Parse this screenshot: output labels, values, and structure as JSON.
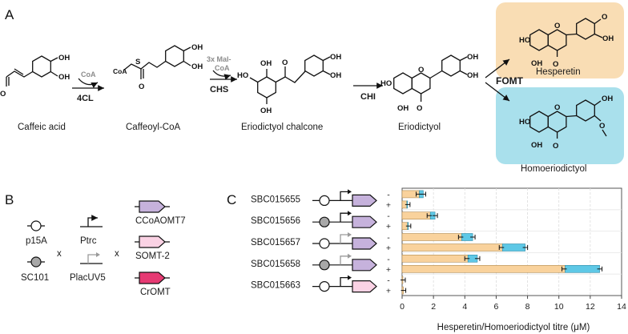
{
  "panels": {
    "a": "A",
    "b": "B",
    "c": "C"
  },
  "pathway": {
    "compounds": [
      "Caffeic acid",
      "Caffeoyl-CoA",
      "Eriodictyol chalcone",
      "Eriodictyol",
      "Hesperetin",
      "Homoeriodictyol"
    ],
    "enzymes": [
      "4CL",
      "CHS",
      "CHI",
      "FOMT"
    ],
    "cosubstrates": [
      "CoA",
      "3x Mal-",
      "CoA"
    ],
    "coa_group": "CoA",
    "colors": {
      "hesperetin_box": "#f9ddb4",
      "homoeriodictyol_box": "#a9e0ec",
      "fomt": "#9b4fc4"
    }
  },
  "parts": {
    "origins": [
      "p15A",
      "SC101"
    ],
    "promoters": [
      "Ptrc",
      "PlacUV5"
    ],
    "genes": [
      "CCoAOMT7",
      "SOMT-2",
      "CrOMT"
    ],
    "times": [
      "x",
      "x"
    ],
    "colors": {
      "CCoAOMT7": "#c6b2dc",
      "SOMT-2": "#fad2e4",
      "CrOMT": "#e63a73",
      "SC101": "#a8a8a8"
    }
  },
  "chart_data": {
    "type": "bar",
    "orientation": "horizontal",
    "xlabel": "Hesperetin/Homoeriodictyol titre (μM)",
    "xlim": [
      0,
      14
    ],
    "xticks": [
      0,
      2,
      4,
      6,
      8,
      10,
      12,
      14
    ],
    "grid": true,
    "rows": [
      {
        "strain": "SBC015655",
        "origin": "p15A",
        "promoter": "Ptrc",
        "gene": "CCoAOMT7",
        "conditions": [
          {
            "label": "-",
            "hesperetin": 1.1,
            "homoeriodictyol": 0.25
          },
          {
            "label": "+",
            "hesperetin": 0.3,
            "homoeriodictyol": 0.05
          }
        ]
      },
      {
        "strain": "SBC015656",
        "origin": "SC101",
        "promoter": "Ptrc",
        "gene": "CCoAOMT7",
        "conditions": [
          {
            "label": "-",
            "hesperetin": 1.8,
            "homoeriodictyol": 0.3
          },
          {
            "label": "+",
            "hesperetin": 0.35,
            "homoeriodictyol": 0.05
          }
        ]
      },
      {
        "strain": "SBC015657",
        "origin": "p15A",
        "promoter": "PlacUV5",
        "gene": "CCoAOMT7",
        "conditions": [
          {
            "label": "-",
            "hesperetin": 3.8,
            "homoeriodictyol": 0.7
          },
          {
            "label": "+",
            "hesperetin": 6.4,
            "homoeriodictyol": 1.45
          }
        ]
      },
      {
        "strain": "SBC015658",
        "origin": "SC101",
        "promoter": "PlacUV5",
        "gene": "CCoAOMT7",
        "conditions": [
          {
            "label": "-",
            "hesperetin": 4.2,
            "homoeriodictyol": 0.6
          },
          {
            "label": "+",
            "hesperetin": 10.4,
            "homoeriodictyol": 2.2
          }
        ]
      },
      {
        "strain": "SBC015663",
        "origin": "p15A",
        "promoter": "Ptrc",
        "gene": "SOMT-2",
        "conditions": [
          {
            "label": "-",
            "hesperetin": 0.05,
            "homoeriodictyol": 0.0
          },
          {
            "label": "+",
            "hesperetin": 0.08,
            "homoeriodictyol": 0.0
          }
        ]
      }
    ],
    "series": [
      {
        "key": "hesperetin",
        "color": "#f9d29c"
      },
      {
        "key": "homoeriodictyol",
        "color": "#5ec8e6"
      }
    ]
  }
}
